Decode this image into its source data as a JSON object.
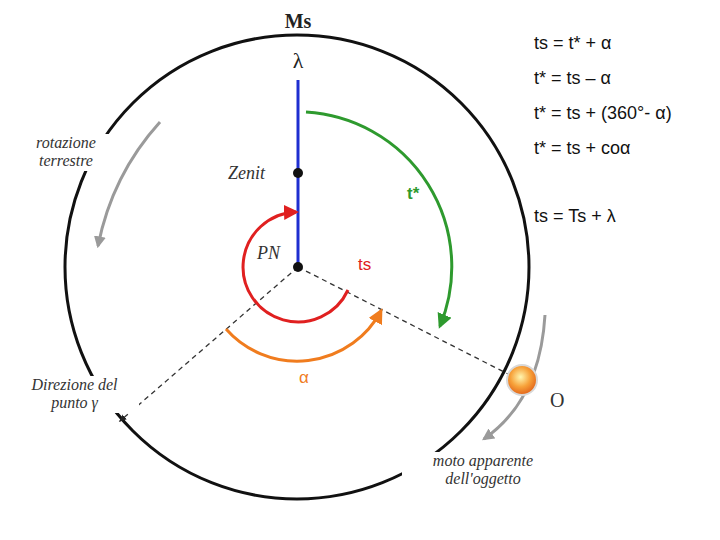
{
  "diagram": {
    "labels": [
      "Ms",
      "λ",
      "ts = t* + α",
      "t* = ts – α",
      "t* = ts + (360°- α)",
      "t* = ts + coα",
      "rotazione terrestre",
      "Zenit",
      "t*",
      "ts = Ts + λ",
      "PN",
      "ts",
      "α",
      "Direzione del punto γ",
      "O",
      "moto apparente dell'oggetto"
    ]
  }
}
